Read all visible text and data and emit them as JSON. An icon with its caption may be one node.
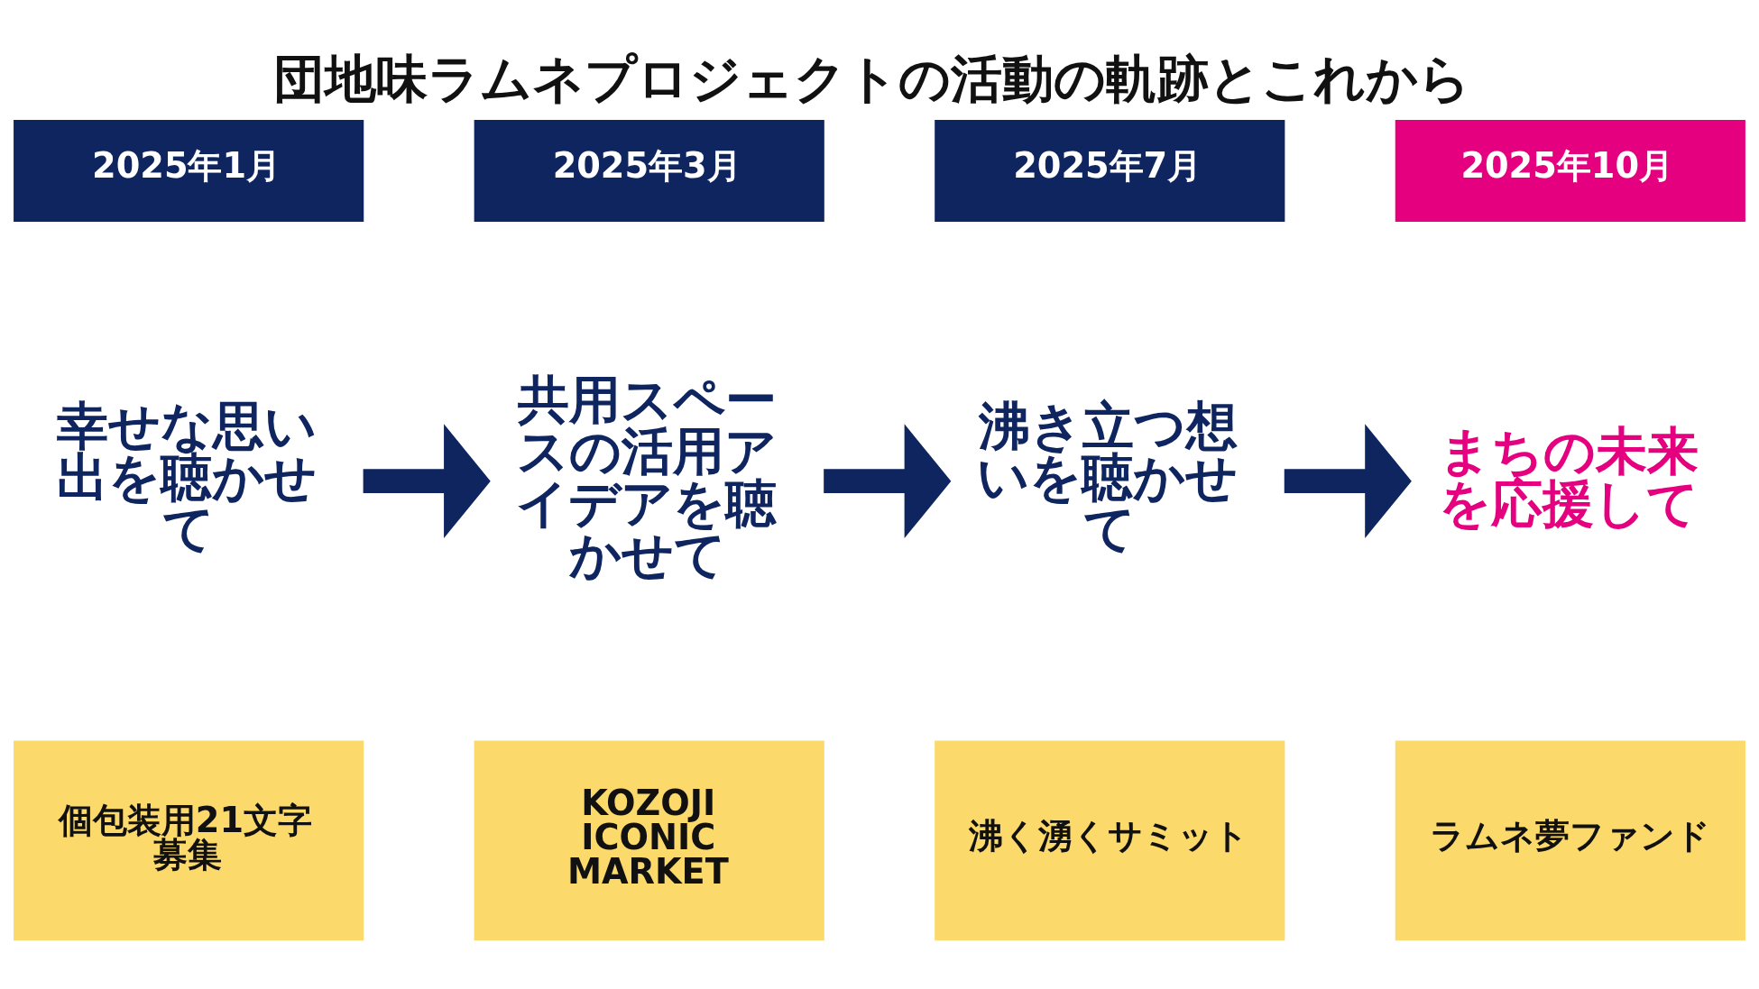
{
  "diagram": {
    "title": "団地味ラムネプロジェクトの活動の軌跡とこれから",
    "nodes": [
      {
        "text": [
          "2025年1月"
        ]
      },
      {
        "text": [
          "幸せな思い出を聴かせて"
        ]
      },
      {
        "text": [
          "個包装用21文字募集"
        ]
      },
      {
        "text": [
          "2025年3月"
        ]
      },
      {
        "text": [
          "共用スペースの活用アイデアを聴かせて"
        ]
      },
      {
        "text": [
          "KOZOJI ICONIC MARKET"
        ]
      },
      {
        "text": [
          "2025年7月"
        ]
      },
      {
        "text": [
          "沸き立つ想いを聴かせて"
        ]
      },
      {
        "text": [
          "沸く湧くサミット"
        ]
      },
      {
        "text": [
          "2025年10月"
        ]
      },
      {
        "text": [
          "まちの未来を応援して"
        ]
      },
      {
        "text": [
          "ラムネ夢ファンド"
        ]
      }
    ],
    "edges": [
      {
        "from": 1,
        "to": 4,
        "arrow": "to"
      },
      {
        "from": 4,
        "to": 7,
        "arrow": "to"
      },
      {
        "from": 7,
        "to": 10,
        "arrow": "to"
      }
    ]
  }
}
